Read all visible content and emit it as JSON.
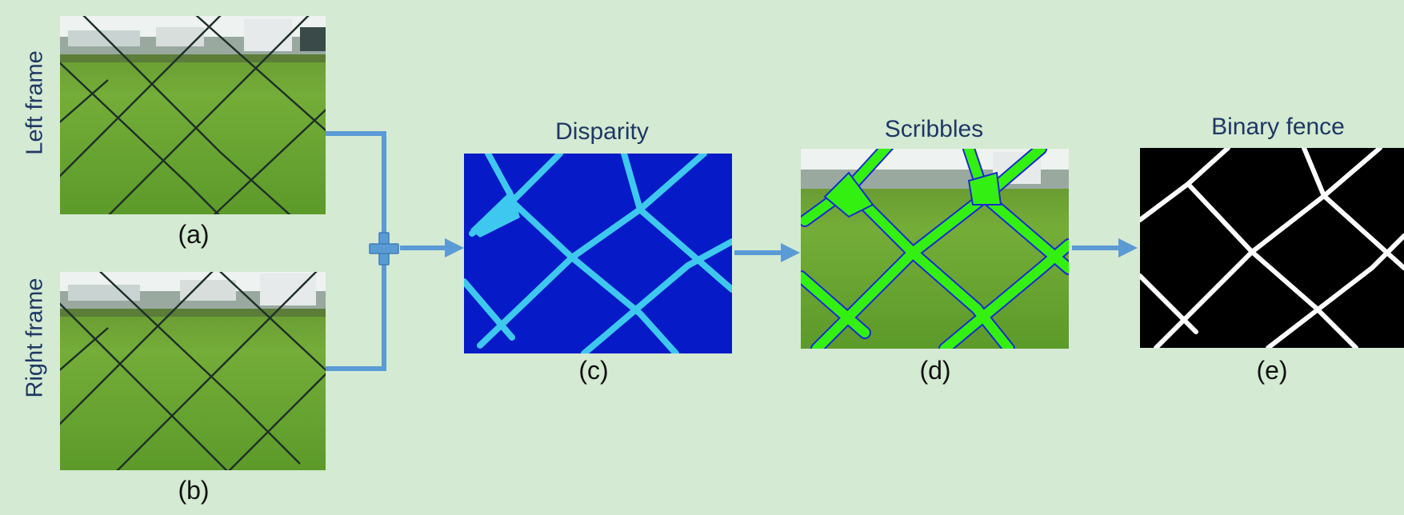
{
  "rows": {
    "left_label": "Left frame",
    "right_label": "Right frame"
  },
  "panels": {
    "a": {
      "caption": "(a)"
    },
    "b": {
      "caption": "(b)"
    },
    "c": {
      "title": "Disparity",
      "caption": "(c)"
    },
    "d": {
      "title": "Scribbles",
      "caption": "(d)"
    },
    "e": {
      "title": "Binary fence",
      "caption": "(e)"
    }
  },
  "colors": {
    "background": "#d4ead2",
    "arrow": "#5b9bd5",
    "title_text": "#1f3864",
    "grass": "#6fa832",
    "disparity_bg": "#0a1fd0",
    "disparity_fence": "#3ec8f0",
    "scribble_fill": "#34f010",
    "scribble_outline": "#1a2bd0",
    "fence_black": "#000000",
    "fence_white": "#ffffff"
  }
}
